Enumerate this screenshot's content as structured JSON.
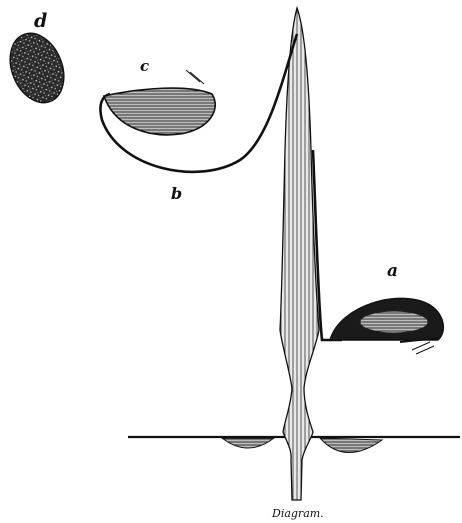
{
  "labels": {
    "a": "a",
    "b": "b",
    "c": "c",
    "d": "d"
  },
  "caption": "Diagram.",
  "colors": {
    "ink": "#111111",
    "shade": "#555555",
    "paper": "#ffffff"
  }
}
